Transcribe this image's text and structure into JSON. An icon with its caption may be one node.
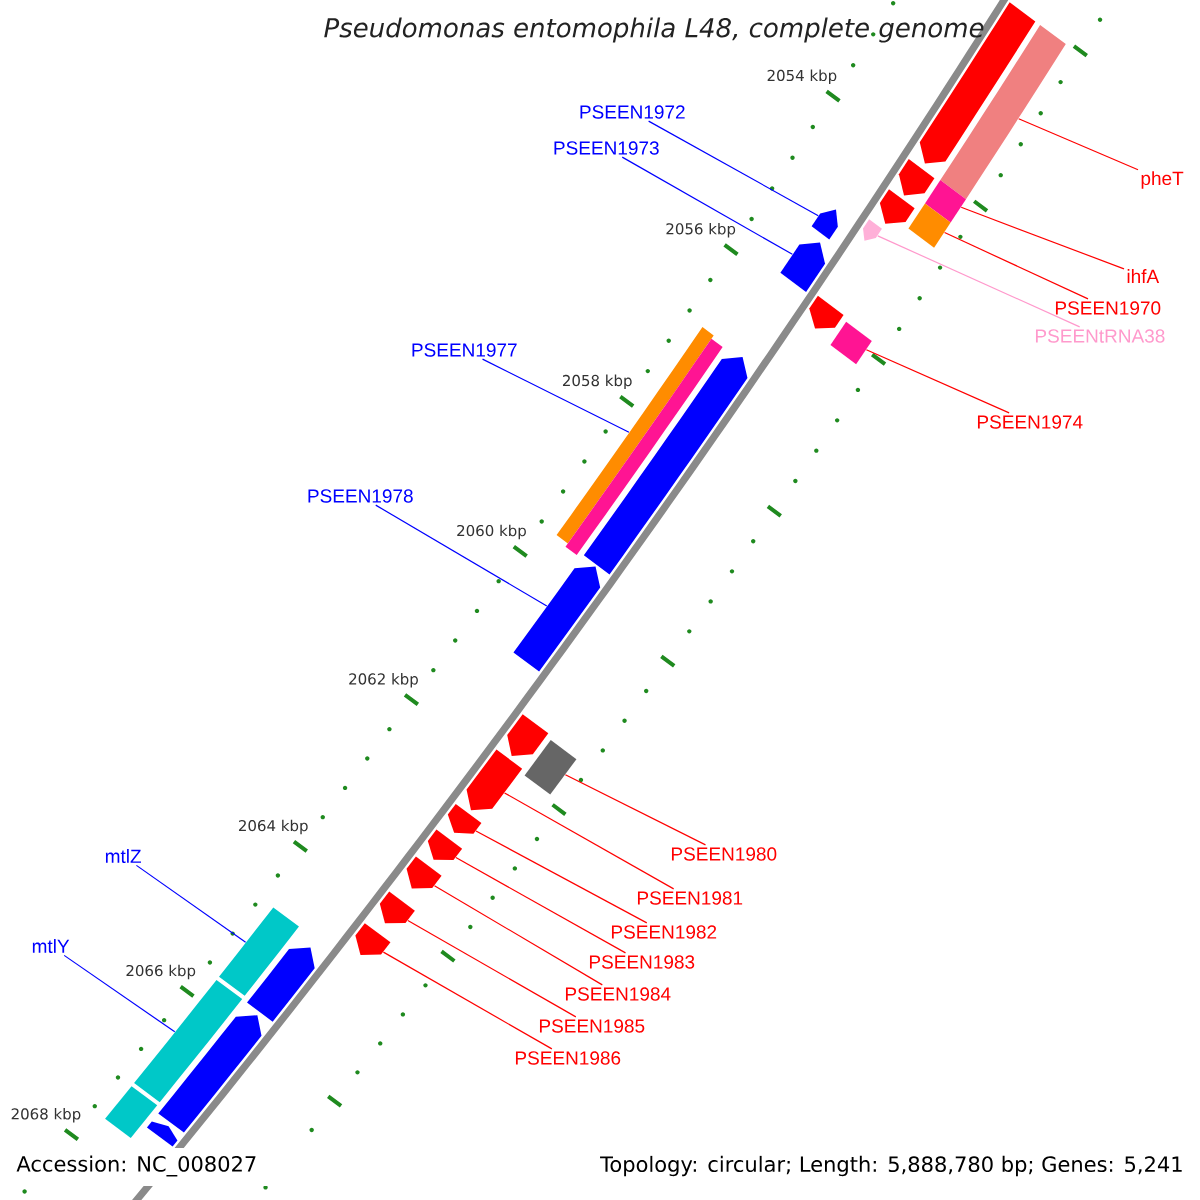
{
  "diagram": {
    "title": "Pseudomonas entomophila L48, complete genome",
    "nodes": [
      {
        "text": [
          "PSEEN1972"
        ]
      },
      {
        "text": [
          "PSEEN1973"
        ]
      },
      {
        "text": [
          "pheT"
        ]
      },
      {
        "text": [
          "ihfA"
        ]
      },
      {
        "text": [
          "PSEEN1970"
        ]
      },
      {
        "text": [
          "PSEENtRNA38"
        ]
      },
      {
        "text": [
          "PSEEN1977"
        ]
      },
      {
        "text": [
          "PSEEN1974"
        ]
      },
      {
        "text": [
          "PSEEN1978"
        ]
      },
      {
        "text": [
          "PSEEN1980"
        ]
      },
      {
        "text": [
          "mtlZ"
        ]
      },
      {
        "text": [
          "PSEEN1981"
        ]
      },
      {
        "text": [
          "PSEEN1982"
        ]
      },
      {
        "text": [
          "mtlY"
        ]
      },
      {
        "text": [
          "PSEEN1983"
        ]
      },
      {
        "text": [
          "PSEEN1984"
        ]
      },
      {
        "text": [
          "PSEEN1985"
        ]
      },
      {
        "text": [
          "PSEEN1986"
        ]
      },
      {
        "text": [],
        "shape": "pentagon"
      },
      {
        "text": [],
        "shape": "box"
      },
      {
        "text": [],
        "shape": "box"
      },
      {
        "text": [],
        "shape": "pentagon"
      },
      {
        "text": [],
        "shape": "box"
      },
      {
        "text": [],
        "shape": "pentagon"
      },
      {
        "text": [],
        "shape": "pentagon"
      },
      {
        "text": [],
        "shape": "pentagon"
      },
      {
        "text": [],
        "shape": "pentagon"
      },
      {
        "text": [],
        "shape": "pentagon"
      },
      {
        "text": [],
        "shape": "box"
      },
      {
        "text": [],
        "shape": "box"
      },
      {
        "text": [],
        "shape": "box"
      },
      {
        "text": [],
        "shape": "pentagon"
      },
      {
        "text": [],
        "shape": "pentagon"
      },
      {
        "text": [],
        "shape": "pentagon"
      },
      {
        "text": [],
        "shape": "box"
      },
      {
        "text": [],
        "shape": "pentagon"
      },
      {
        "text": [],
        "shape": "pentagon"
      },
      {
        "text": [],
        "shape": "pentagon"
      },
      {
        "text": [],
        "shape": "pentagon"
      },
      {
        "text": [],
        "shape": "pentagon"
      },
      {
        "text": [],
        "shape": "pentagon"
      },
      {
        "text": [],
        "shape": "box"
      },
      {
        "text": [],
        "shape": "pentagon"
      },
      {
        "text": [],
        "shape": "box"
      },
      {
        "text": [],
        "shape": "pentagon"
      },
      {
        "text": [],
        "shape": "box"
      },
      {
        "text": [],
        "shape": "pentagon"
      }
    ],
    "edges": [
      {
        "from": 0,
        "to": 25,
        "arrow": "none",
        "color": "#0000ff"
      },
      {
        "from": 1,
        "to": 26,
        "arrow": "none",
        "color": "#0000ff"
      },
      {
        "from": 2,
        "to": 19,
        "arrow": "none"
      },
      {
        "from": 3,
        "to": 20,
        "arrow": "none"
      },
      {
        "from": 4,
        "to": 22,
        "arrow": "none"
      },
      {
        "from": 5,
        "to": 24,
        "arrow": "none",
        "color": "#ff99cc"
      },
      {
        "from": 6,
        "to": 29,
        "arrow": "none",
        "color": "#0000ff"
      },
      {
        "from": 7,
        "to": 28,
        "arrow": "none"
      },
      {
        "from": 8,
        "to": 32,
        "arrow": "none",
        "color": "#0000ff"
      },
      {
        "from": 9,
        "to": 34,
        "arrow": "none"
      },
      {
        "from": 10,
        "to": 41,
        "arrow": "none",
        "color": "#0000ff"
      },
      {
        "from": 11,
        "to": 35,
        "arrow": "none"
      },
      {
        "from": 12,
        "to": 36,
        "arrow": "none"
      },
      {
        "from": 13,
        "to": 43,
        "arrow": "none",
        "color": "#0000ff"
      },
      {
        "from": 14,
        "to": 37,
        "arrow": "none"
      },
      {
        "from": 15,
        "to": 38,
        "arrow": "none"
      },
      {
        "from": 16,
        "to": 39,
        "arrow": "none"
      },
      {
        "from": 17,
        "to": 40,
        "arrow": "none"
      }
    ],
    "labels": [
      "2054 kbp",
      "2056 kbp",
      "2058 kbp",
      "2060 kbp",
      "2062 kbp",
      "2064 kbp",
      "2066 kbp",
      "2068 kbp",
      "Accession: NC_008027",
      "Topology: circular; Length: 5,888,780 bp; Genes: 5,241"
    ]
  }
}
